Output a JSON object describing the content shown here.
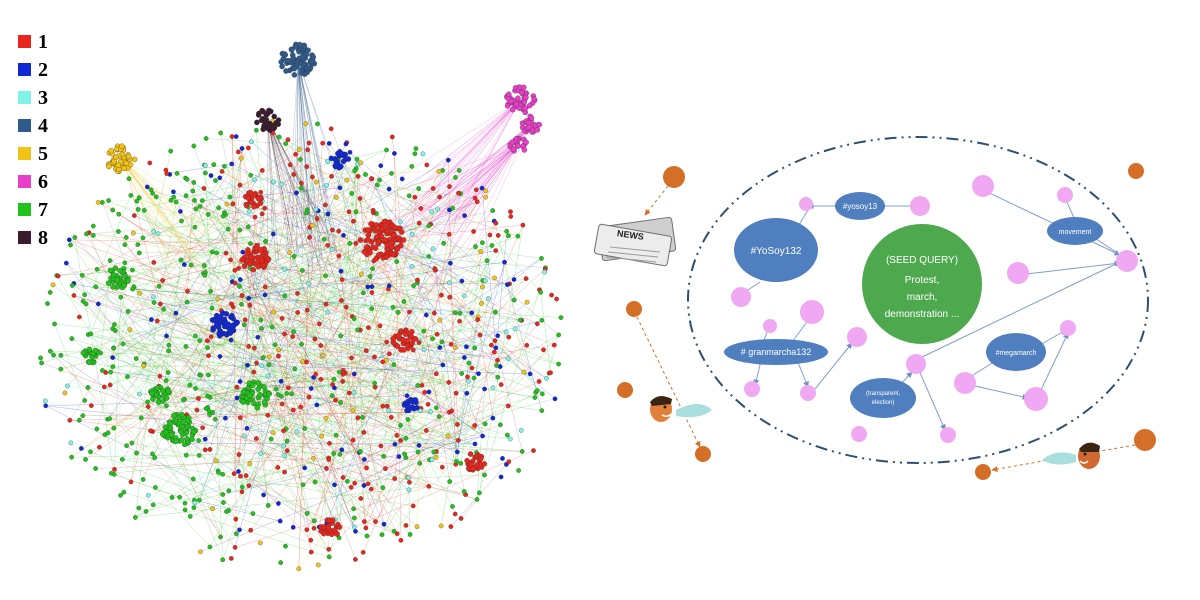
{
  "legend": {
    "items": [
      {
        "label": "1",
        "color": "#e8261c"
      },
      {
        "label": "2",
        "color": "#1028d4"
      },
      {
        "label": "3",
        "color": "#7ff3ea"
      },
      {
        "label": "4",
        "color": "#2f5a8c"
      },
      {
        "label": "5",
        "color": "#f2c214"
      },
      {
        "label": "6",
        "color": "#e83ec8"
      },
      {
        "label": "7",
        "color": "#22c21c"
      },
      {
        "label": "8",
        "color": "#3a1c2e"
      }
    ]
  },
  "diagram": {
    "seed": {
      "title": "(SEED QUERY)",
      "line1": "Protest,",
      "line2": "march,",
      "line3": "demonstration ...",
      "color": "#4ea84e"
    },
    "hashtags": {
      "yosoy132": "#YoSoy132",
      "yosoy13": "#yosoy13",
      "granmarcha": "# granmarcha132",
      "transparent_1": "(transparent,",
      "transparent_2": "election)",
      "megamarch": "#megamarch",
      "movement": "movement"
    },
    "news_label": "NEWS",
    "colors": {
      "hashtag": "#4f7fbe",
      "pink": "#f0a8f2",
      "orange": "#d46f28",
      "boundary": "#2f4f6f"
    }
  }
}
